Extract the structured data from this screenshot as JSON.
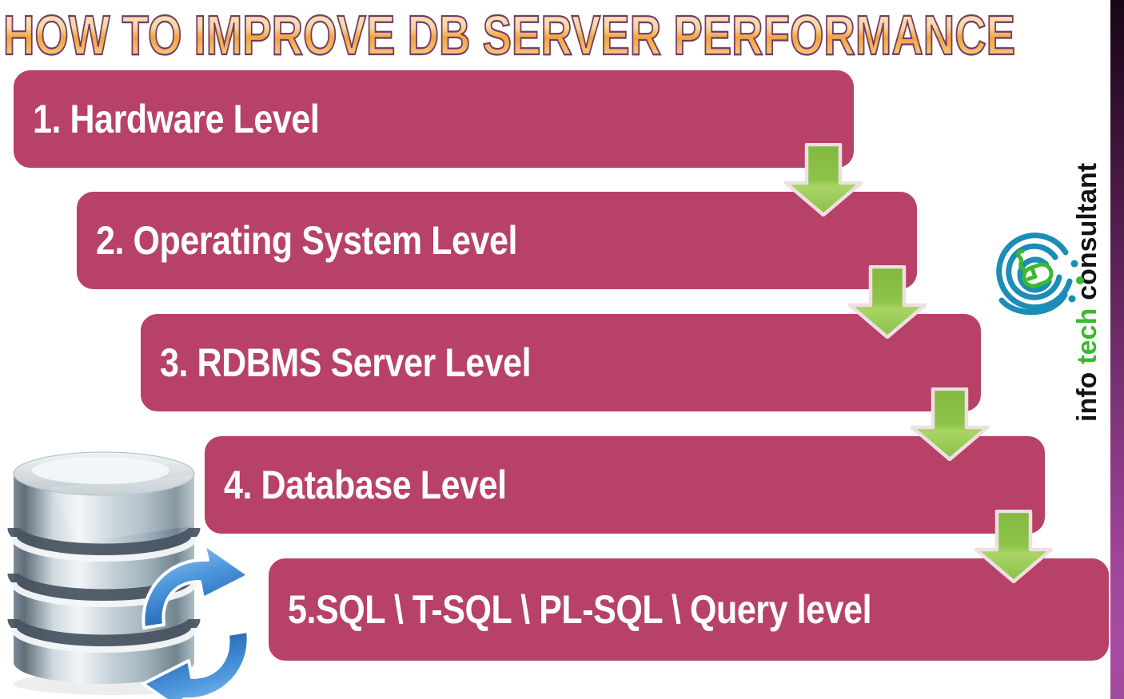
{
  "title": "HOW TO IMPROVE DB SERVER PERFORMANCE",
  "steps": [
    {
      "label": "1. Hardware Level"
    },
    {
      "label": "2. Operating System Level"
    },
    {
      "label": "3. RDBMS Server Level"
    },
    {
      "label": "4. Database Level"
    },
    {
      "label": "5.SQL \\ T-SQL \\ PL-SQL \\ Query level"
    }
  ],
  "branding": {
    "word1": "info",
    "word2": "tech",
    "word3": "consultant"
  },
  "icons": {
    "arrow": "green-down-arrow",
    "database": "database-cylinder-with-sync-arrows",
    "logo": "spiral-with-mouse"
  },
  "colors": {
    "step_box": "#b84168",
    "step_text": "#ffffff",
    "arrow_green": "#8cc24d",
    "arrow_outline": "#eedfe3",
    "title_fill_orange": "#f2a43e",
    "title_outline": "#6e3c66",
    "strip_top": "#170616",
    "strip_bottom": "#a94ba4",
    "logo_teal": "#1b8db6",
    "logo_green": "#3bb92e",
    "sync_blue": "#2a6fb8"
  }
}
